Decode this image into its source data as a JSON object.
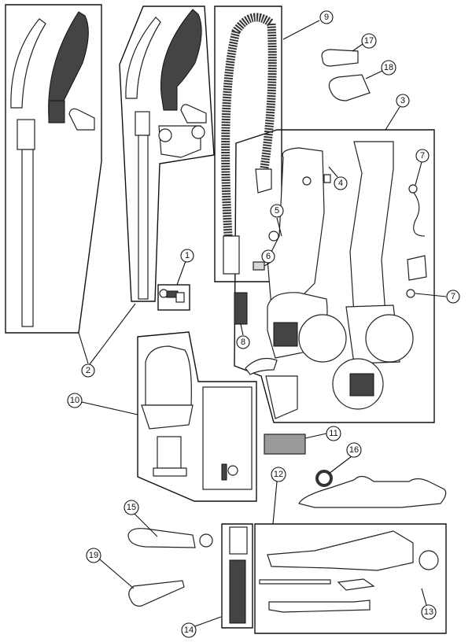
{
  "diagram": {
    "type": "exploded-parts-diagram",
    "callouts": [
      {
        "id": "c1",
        "label": "1"
      },
      {
        "id": "c2",
        "label": "2"
      },
      {
        "id": "c3",
        "label": "3"
      },
      {
        "id": "c4",
        "label": "4"
      },
      {
        "id": "c5",
        "label": "5"
      },
      {
        "id": "c6",
        "label": "6"
      },
      {
        "id": "c7a",
        "label": "7"
      },
      {
        "id": "c7b",
        "label": "7"
      },
      {
        "id": "c8",
        "label": "8"
      },
      {
        "id": "c9",
        "label": "9"
      },
      {
        "id": "c10",
        "label": "10"
      },
      {
        "id": "c11",
        "label": "11"
      },
      {
        "id": "c12",
        "label": "12"
      },
      {
        "id": "c13",
        "label": "13"
      },
      {
        "id": "c14",
        "label": "14"
      },
      {
        "id": "c15",
        "label": "15"
      },
      {
        "id": "c16",
        "label": "16"
      },
      {
        "id": "c17",
        "label": "17"
      },
      {
        "id": "c18",
        "label": "18"
      },
      {
        "id": "c19",
        "label": "19"
      }
    ]
  }
}
